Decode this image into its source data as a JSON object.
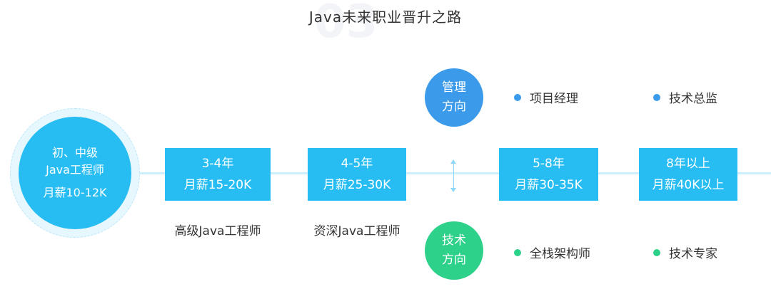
{
  "title": "Java未来职业晋升之路",
  "watermark": "03",
  "start": {
    "line1": "初、中级",
    "line2": "Java工程师",
    "line3": "月薪10-12K"
  },
  "stages": [
    {
      "years": "3-4年",
      "salary": "月薪15-20K",
      "caption": "高级Java工程师"
    },
    {
      "years": "4-5年",
      "salary": "月薪25-30K",
      "caption": "资深Java工程师"
    },
    {
      "years": "5-8年",
      "salary": "月薪30-35K"
    },
    {
      "years": "8年以上",
      "salary": "月薪40K以上"
    }
  ],
  "management": {
    "line1": "管理",
    "line2": "方向",
    "options": [
      "项目经理",
      "技术总监"
    ],
    "color": "#3b9bea"
  },
  "technical": {
    "line1": "技术",
    "line2": "方向",
    "options": [
      "全栈架构师",
      "技术专家"
    ],
    "color": "#2ed18a"
  },
  "colors": {
    "accent": "#27bdf3",
    "line": "#cdeefc"
  }
}
